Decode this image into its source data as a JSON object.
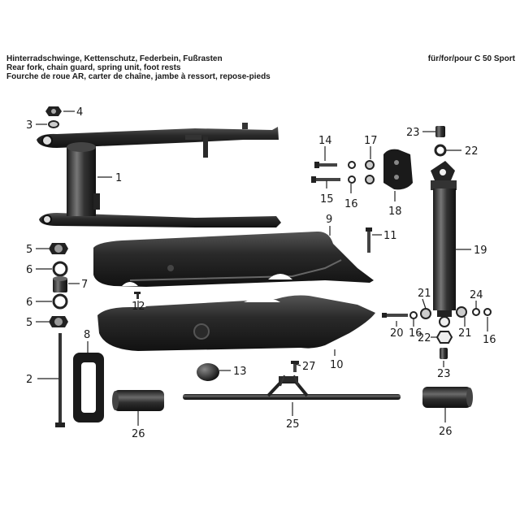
{
  "header": {
    "title_de": "Hinterradschwinge, Kettenschutz, Federbein, Fußrasten",
    "title_en": "Rear fork, chain guard, spring unit, foot rests",
    "title_fr": "Fourche de roue AR, carter de chaîne, jambe à ressort, repose-pieds",
    "model": "für/for/pour C 50 Sport"
  },
  "callouts": {
    "c1": "1",
    "c2": "2",
    "c3": "3",
    "c4": "4",
    "c5a": "5",
    "c5b": "5",
    "c6a": "6",
    "c6b": "6",
    "c7": "7",
    "c8": "8",
    "c9": "9",
    "c10": "10",
    "c11": "11",
    "c12": "12",
    "c13": "13",
    "c14": "14",
    "c15": "15",
    "c16a": "16",
    "c16b": "16",
    "c16c": "16",
    "c17": "17",
    "c18": "18",
    "c19": "19",
    "c20": "20",
    "c21a": "21",
    "c21b": "21",
    "c22a": "22",
    "c22b": "22",
    "c23a": "23",
    "c23b": "23",
    "c24": "24",
    "c25": "25",
    "c26a": "26",
    "c26b": "26",
    "c27": "27"
  }
}
